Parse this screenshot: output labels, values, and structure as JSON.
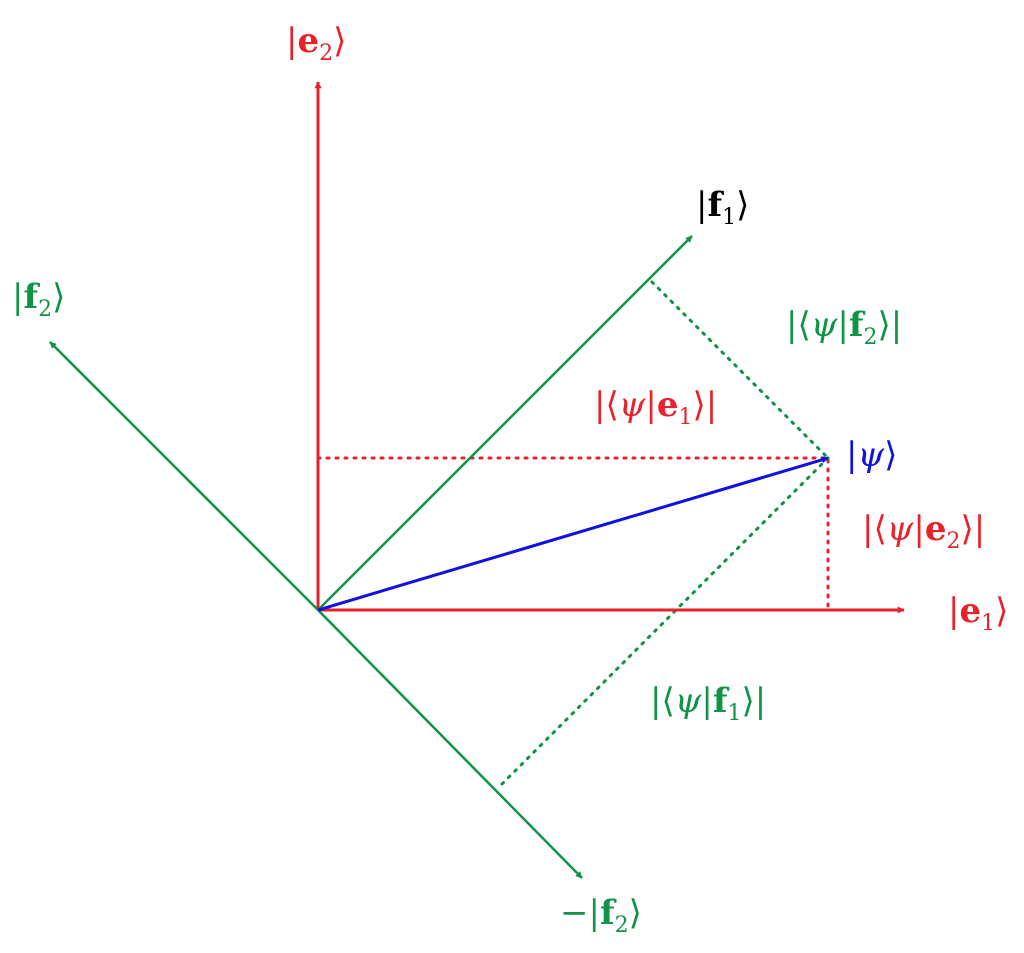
{
  "colors": {
    "red": "#e8212b",
    "green": "#0f9447",
    "blue": "#1010e0",
    "black": "#000000"
  },
  "labels": {
    "e1": {
      "open": "|",
      "vec": "e",
      "sub": "1",
      "close": "⟩"
    },
    "e2": {
      "open": "|",
      "vec": "e",
      "sub": "2",
      "close": "⟩"
    },
    "f1": {
      "open": "|",
      "vec": "f",
      "sub": "1",
      "close": "⟩"
    },
    "f2": {
      "open": "|",
      "vec": "f",
      "sub": "2",
      "close": "⟩"
    },
    "neg_f2": {
      "open": "−|",
      "vec": "f",
      "sub": "2",
      "close": "⟩"
    },
    "psi": {
      "open": "|",
      "sym": "ψ",
      "close": "⟩"
    },
    "psi_e1": {
      "open": "|⟨",
      "sym": "ψ",
      "mid": "|",
      "vec": "e",
      "sub": "1",
      "close": "⟩|"
    },
    "psi_e2": {
      "open": "|⟨",
      "sym": "ψ",
      "mid": "|",
      "vec": "e",
      "sub": "2",
      "close": "⟩|"
    },
    "psi_f1": {
      "open": "|⟨",
      "sym": "ψ",
      "mid": "|",
      "vec": "f",
      "sub": "1",
      "close": "⟩|"
    },
    "psi_f2": {
      "open": "|⟨",
      "sym": "ψ",
      "mid": "|",
      "vec": "f",
      "sub": "2",
      "close": "⟩|"
    }
  }
}
